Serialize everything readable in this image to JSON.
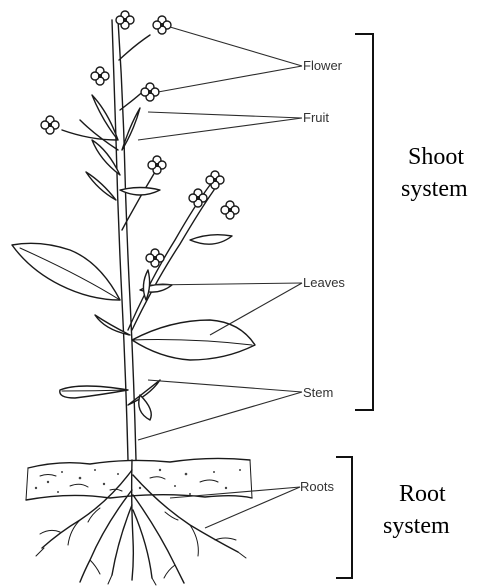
{
  "labels": {
    "flower": "Flower",
    "fruit": "Fruit",
    "leaves": "Leaves",
    "stem": "Stem",
    "roots": "Roots"
  },
  "systems": {
    "shoot_line1": "Shoot",
    "shoot_line2": "system",
    "root_line1": "Root",
    "root_line2": "system"
  },
  "colors": {
    "ink": "#1a1a1a",
    "background": "#ffffff"
  }
}
